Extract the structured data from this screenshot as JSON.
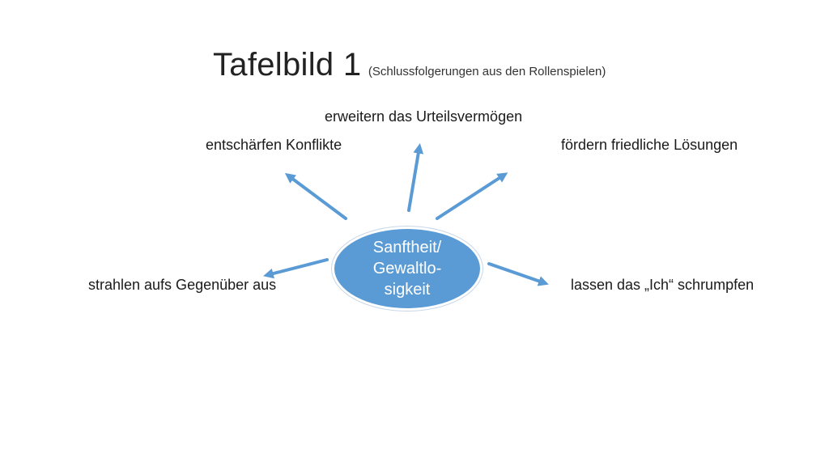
{
  "title": {
    "main": "Tafelbild 1",
    "subtitle": "(Schlussfolgerungen aus den Rollenspielen)"
  },
  "center": {
    "text": "Sanftheit/\nGewaltlo-\nsigkeit"
  },
  "labels": {
    "top": "erweitern das Urteilsvermögen",
    "upper_left": "entschärfen Konflikte",
    "upper_right": "fördern friedliche Lösungen",
    "lower_left": "strahlen aufs Gegenüber aus",
    "lower_right": "lassen das „Ich“ schrumpfen"
  },
  "colors": {
    "node_fill": "#5b9bd5",
    "arrow": "#5b9bd5"
  }
}
